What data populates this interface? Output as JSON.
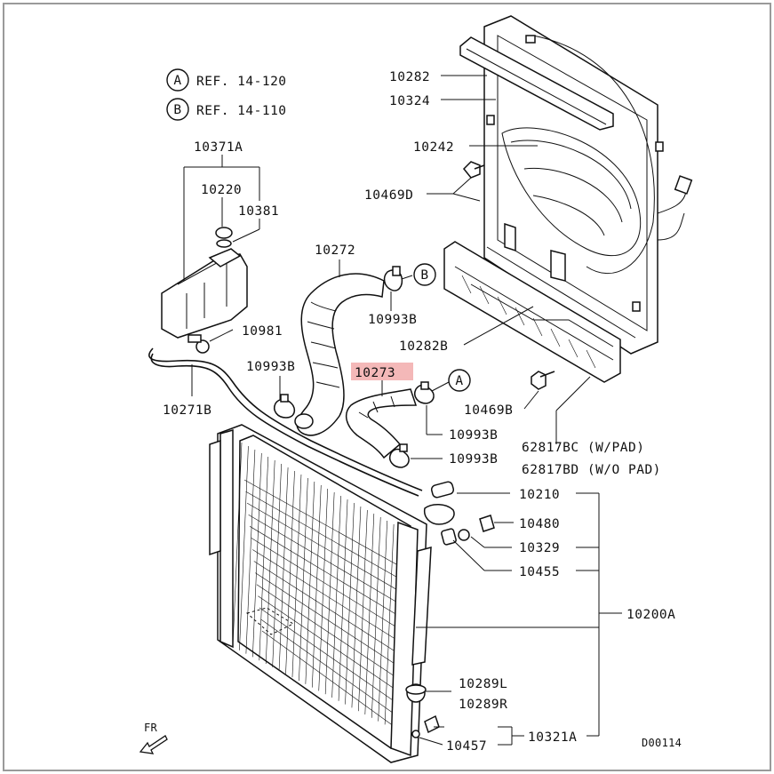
{
  "references": [
    {
      "letter": "A",
      "text": "REF. 14-120"
    },
    {
      "letter": "B",
      "text": "REF. 14-110"
    }
  ],
  "callouts": {
    "A": "A",
    "B": "B"
  },
  "parts": {
    "p10282": "10282",
    "p10324": "10324",
    "p10242": "10242",
    "p10469D": "10469D",
    "p10371A": "10371A",
    "p10220": "10220",
    "p10381": "10381",
    "p10272": "10272",
    "p10993B_1": "10993B",
    "p10993B_2": "10993B",
    "p10993B_3": "10993B",
    "p10993B_4": "10993B",
    "p10282B": "10282B",
    "p10981": "10981",
    "p10273": "10273",
    "p10469B": "10469B",
    "p10271B": "10271B",
    "p62817BC": "62817BC (W/PAD)",
    "p62817BD": "62817BD (W/O PAD)",
    "p10210": "10210",
    "p10480": "10480",
    "p10329": "10329",
    "p10455": "10455",
    "p10200A": "10200A",
    "p10289L": "10289L",
    "p10289R": "10289R",
    "p10457": "10457",
    "p10321A": "10321A"
  },
  "highlight_color": "#f4b8b8",
  "front_marker": "FR",
  "diagram_code": "D00114"
}
